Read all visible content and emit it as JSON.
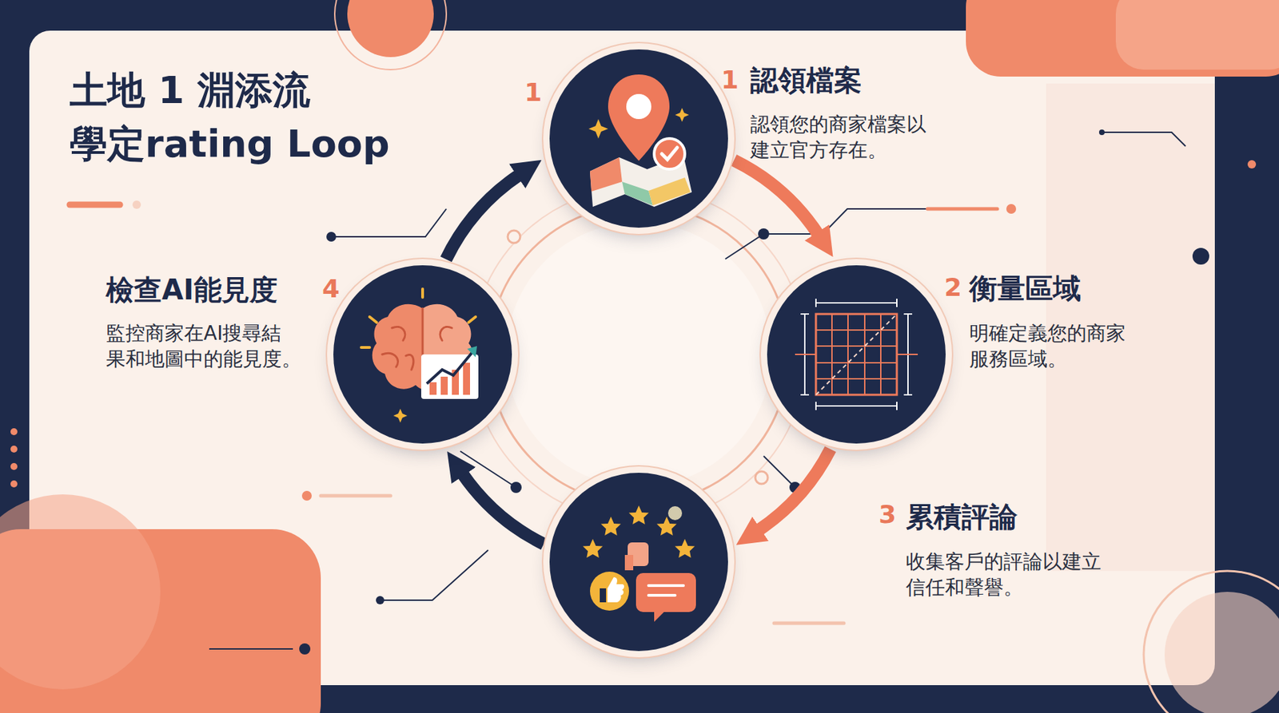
{
  "diagram": {
    "title": "土地 1 淵添流 學定rating Loop",
    "nodes": [
      {
        "text": [
          "認領檔案",
          "認領您的商家檔案以 建立官方存在。"
        ]
      },
      {
        "text": [
          "衡量區域",
          "明確定義您的商家 服務區域。"
        ]
      },
      {
        "text": [
          "累積評論",
          "收集客戶的評論以建立 信任和聲譽。"
        ]
      },
      {
        "text": [
          "檢查AI能見度",
          "監控商家在AI搜尋結 果和地圖中的能見度。"
        ]
      }
    ],
    "edges": [
      {
        "from": 0,
        "to": 1,
        "arrow": "to"
      },
      {
        "from": 1,
        "to": 2,
        "arrow": "to"
      },
      {
        "from": 2,
        "to": 3,
        "arrow": "to"
      },
      {
        "from": 3,
        "to": 0,
        "arrow": "to"
      }
    ],
    "labels": [
      "1",
      "1",
      "2",
      "3",
      "4"
    ]
  }
}
